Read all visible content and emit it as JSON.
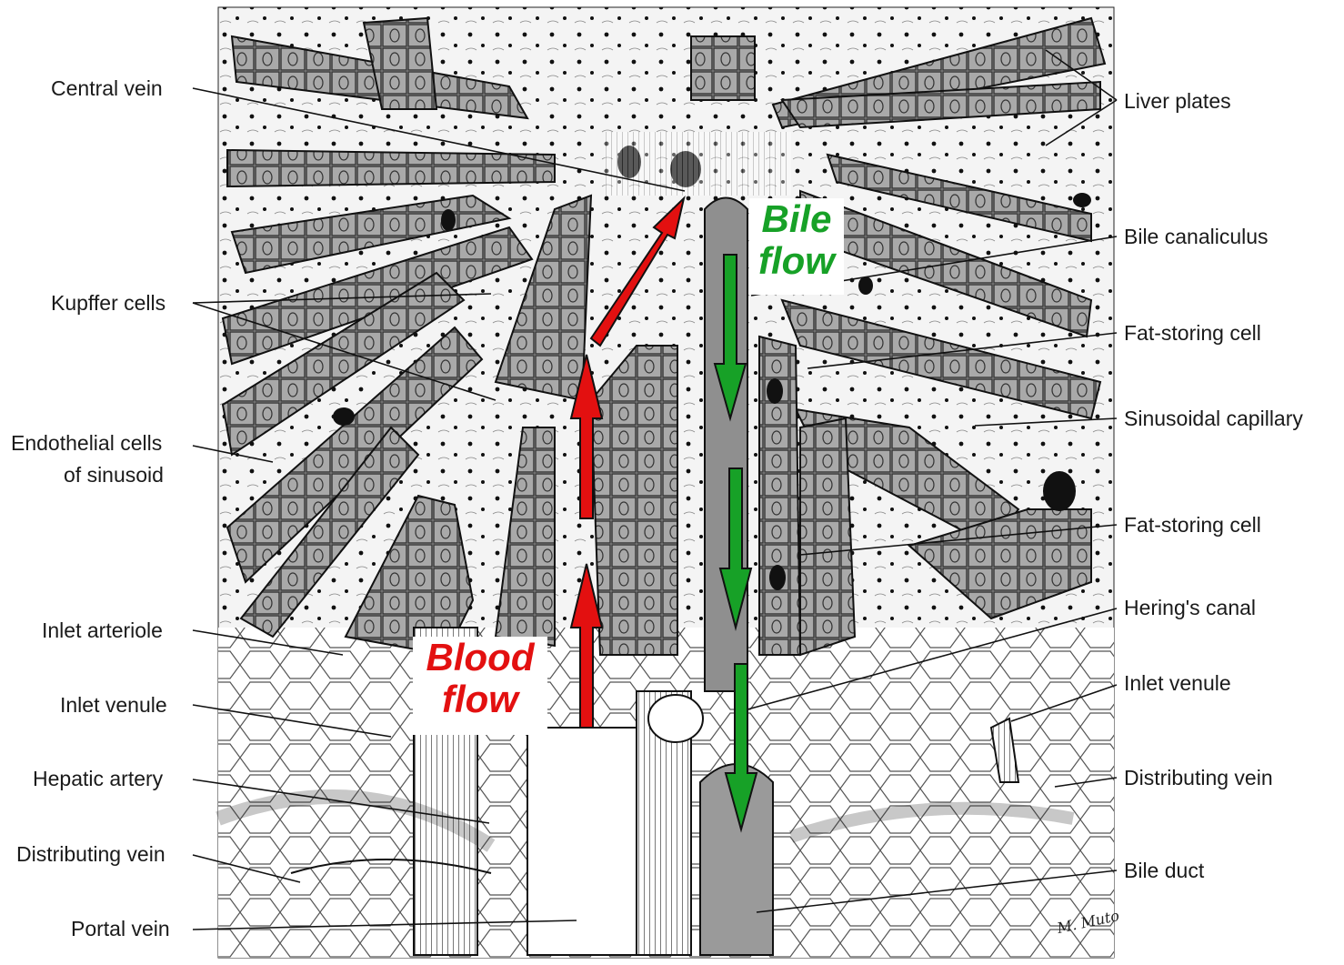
{
  "colors": {
    "blood_arrow": "#e31010",
    "bile_arrow": "#17a127",
    "hepatocyte": "#a9a9a9",
    "sinusoid": "#f2f2f2",
    "outline": "#111111"
  },
  "labels_left": {
    "central_vein": "Central vein",
    "kupffer_cells": "Kupffer cells",
    "endothelial_1": "Endothelial cells",
    "endothelial_2": "of sinusoid",
    "inlet_arteriole": "Inlet arteriole",
    "inlet_venule": "Inlet venule",
    "hepatic_artery": "Hepatic artery",
    "distributing_vein": "Distributing vein",
    "portal_vein": "Portal vein"
  },
  "labels_right": {
    "liver_plates": "Liver plates",
    "bile_canaliculus": "Bile canaliculus",
    "fat_storing_1": "Fat-storing cell",
    "sinusoidal_capillary": "Sinusoidal capillary",
    "fat_storing_2": "Fat-storing cell",
    "herings_canal": "Hering's canal",
    "inlet_venule": "Inlet venule",
    "distributing_vein": "Distributing vein",
    "bile_duct": "Bile duct"
  },
  "annotations": {
    "blood_line1": "Blood",
    "blood_line2": "flow",
    "bile_line1": "Bile",
    "bile_line2": "flow"
  },
  "signature": "M. Muto"
}
